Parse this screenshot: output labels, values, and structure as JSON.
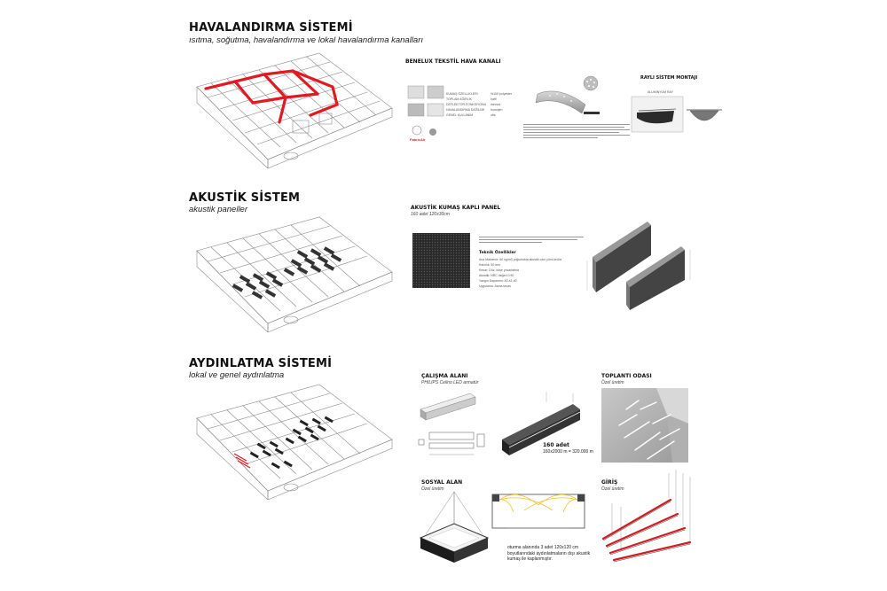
{
  "sections": {
    "hvac": {
      "title": "HAVALANDIRMA SİSTEMİ",
      "subtitle": "ısıtma, soğutma, havalandırma ve lokal havalandırma kanalları",
      "product_title": "BENELUX TEKSTİL HAVA KANALI",
      "montage_title": "RAYLI SİSTEM MONTAJI",
      "rail_label": "ALUMINYUM RAY",
      "spec_rows": [
        "KUMAŞ ÖZELLİKLERİ",
        "TOPLAM AĞIRLIK",
        "DEFLEKTÖR FONKSİYONU",
        "HAVALANDIRMA DAĞILIMI",
        "GENEL KULLANIM"
      ],
      "spec_values": [
        "%100 polyester",
        "hafif",
        "mevcut",
        "homojen",
        "ofis"
      ]
    },
    "acoustic": {
      "title": "AKUSTİK SİSTEM",
      "subtitle": "akustik paneller",
      "product_title": "AKUSTİK KUMAŞ KAPLI PANEL",
      "product_sub": "160 adet 120x30cm",
      "tech_label": "Teknik Özellikler",
      "tech_lines": [
        "Ana Malzeme: 60 kg/m3 yoğunlukta akustik cam yünü levha",
        "Kalınlık: 50 mm",
        "Kenar: Düz, köşe yuvarlatma",
        "Akustik: NRC değeri 0.90",
        "Yangın Dayanımı: A2-s1,d0",
        "Uygulama: Asma tavan"
      ]
    },
    "lighting": {
      "title": "AYDINLATMA SİSTEMİ",
      "subtitle": "lokal ve genel aydınlatma",
      "work_area": "ÇALIŞMA ALANI",
      "work_area_sub": "PHILIPS Celino LED armatür",
      "count_label": "160 adet",
      "count_detail": "160x2000 m = 320.000 m",
      "meeting_room": "TOPLANTI ODASI",
      "meeting_room_sub": "Özel üretim",
      "social_area": "SOSYAL ALAN",
      "social_area_sub": "Özel üretim",
      "social_note": "oturma alanında 3 adet 120x120 cm boyutlarındaki aydınlatmaların dışı akustik kumaş ile kaplanmıştır.",
      "entrance": "GİRİŞ",
      "entrance_sub": "Özel üretim"
    }
  },
  "colors": {
    "duct": "#e11a22",
    "panel": "#333333",
    "line": "#8a8a8a",
    "accent_yellow": "#f2c232"
  }
}
